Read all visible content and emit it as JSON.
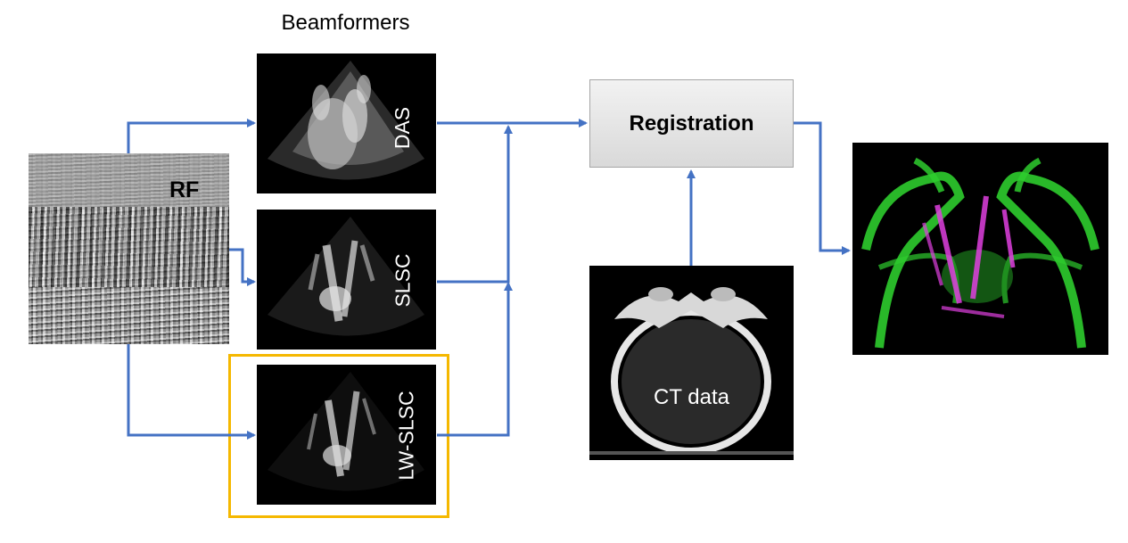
{
  "title": "Beamformers",
  "rf": {
    "label": "RF"
  },
  "beamformers": [
    {
      "label": "DAS"
    },
    {
      "label": "SLSC"
    },
    {
      "label": "LW-SLSC"
    }
  ],
  "registration": {
    "label": "Registration"
  },
  "ct": {
    "label": "CT data"
  },
  "colors": {
    "arrow": "#4472c4",
    "highlight": "#f5b800",
    "fusion_green": "#2ecc2e",
    "fusion_magenta": "#e040e0"
  }
}
